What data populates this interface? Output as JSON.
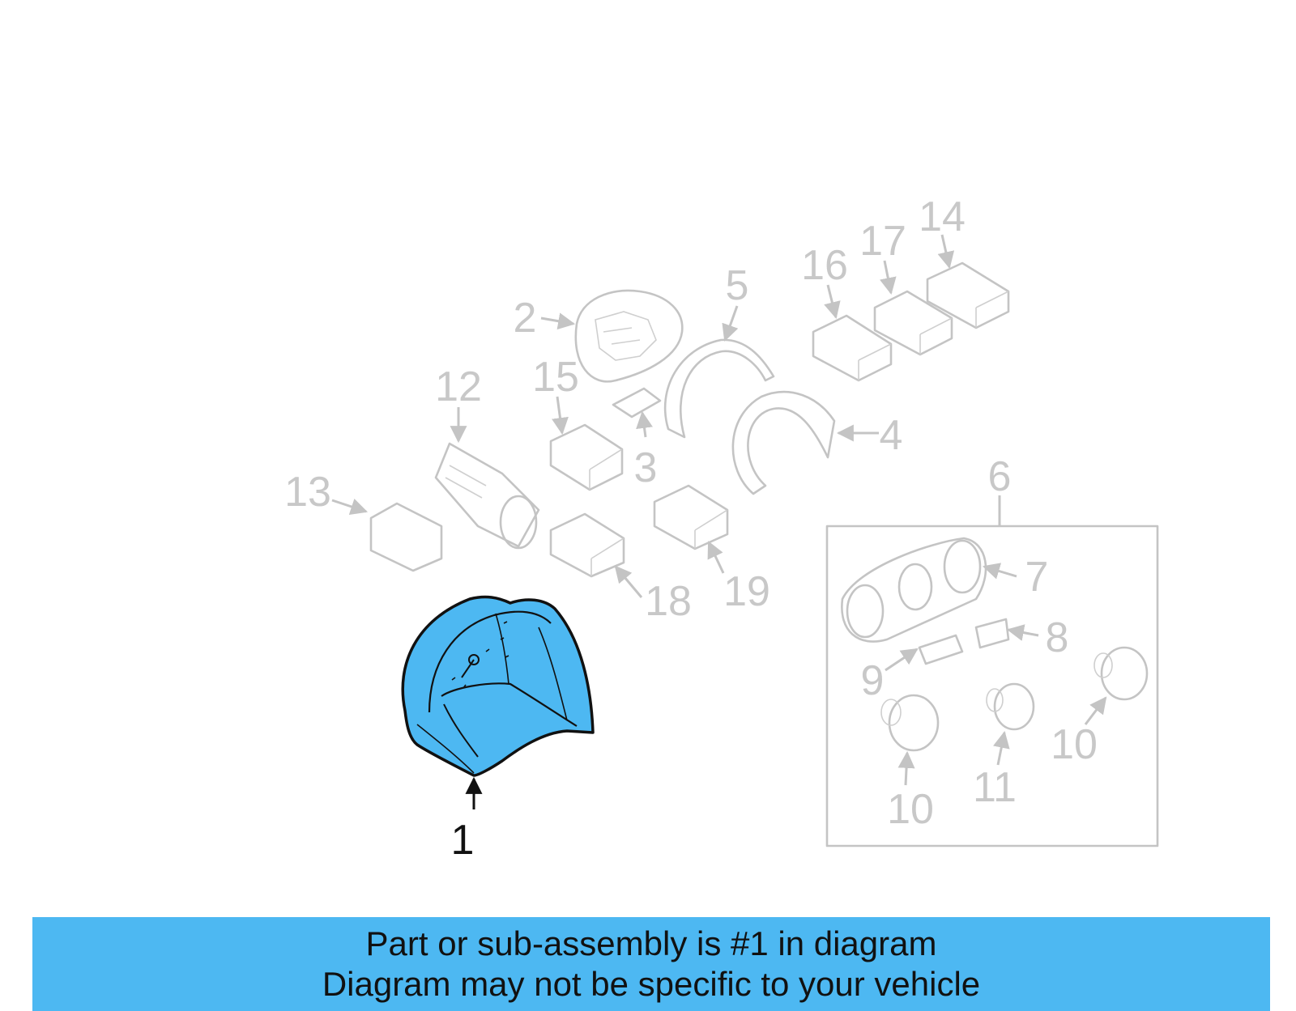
{
  "callouts": [
    {
      "id": "1",
      "label": "1"
    },
    {
      "id": "2",
      "label": "2"
    },
    {
      "id": "3",
      "label": "3"
    },
    {
      "id": "4",
      "label": "4"
    },
    {
      "id": "5",
      "label": "5"
    },
    {
      "id": "6",
      "label": "6"
    },
    {
      "id": "7",
      "label": "7"
    },
    {
      "id": "8",
      "label": "8"
    },
    {
      "id": "9",
      "label": "9"
    },
    {
      "id": "10a",
      "label": "10"
    },
    {
      "id": "10b",
      "label": "10"
    },
    {
      "id": "11",
      "label": "11"
    },
    {
      "id": "12",
      "label": "12"
    },
    {
      "id": "13",
      "label": "13"
    },
    {
      "id": "14",
      "label": "14"
    },
    {
      "id": "15",
      "label": "15"
    },
    {
      "id": "16",
      "label": "16"
    },
    {
      "id": "17",
      "label": "17"
    },
    {
      "id": "18",
      "label": "18"
    },
    {
      "id": "19",
      "label": "19"
    }
  ],
  "colors": {
    "highlight": "#4db8f2",
    "ghost_line": "#c4c4c4",
    "outline": "#111111"
  },
  "banner": {
    "line1": "Part or sub-assembly is #1 in diagram",
    "line2": "Diagram may not be specific to your vehicle"
  }
}
